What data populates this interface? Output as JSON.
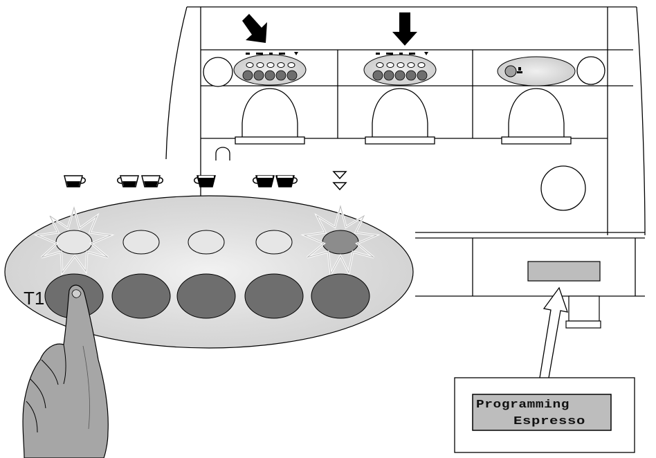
{
  "button_label": "T1",
  "lcd_display": {
    "line1": "Programming",
    "line2": "Espresso"
  },
  "icons": {
    "top_row": [
      "single-cup-icon",
      "double-cup-icon",
      "single-dark-cup-icon",
      "double-dark-cup-icon",
      "continuous-dispense-icon"
    ],
    "arrows": [
      "diagonal-down-arrow-icon",
      "down-arrow-icon"
    ],
    "hand": "pointing-finger-icon"
  },
  "colors": {
    "button_dark": "#6e6e6e",
    "led_light": "#e4e4e4",
    "panel_fill": "#d6d6d6",
    "lcd_fill": "#bdbdbd"
  }
}
